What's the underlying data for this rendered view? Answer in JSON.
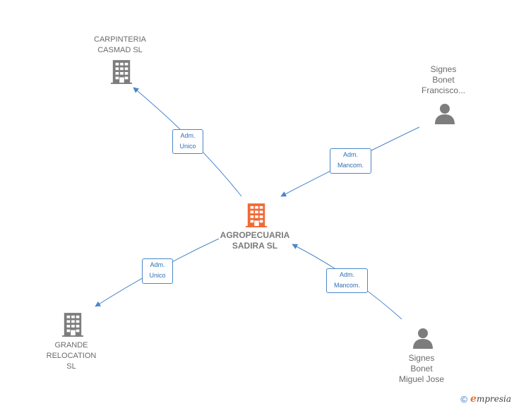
{
  "colors": {
    "main_node": "#f06a35",
    "node": "#7d7d7d",
    "edge": "#4a86c9"
  },
  "nodes": {
    "main": {
      "lines": [
        "AGROPECUARIA",
        "SADIRA  SL"
      ],
      "icon": "building-icon"
    },
    "carpinteria": {
      "lines": [
        "CARPINTERIA",
        "CASMAD  SL"
      ],
      "icon": "building-icon"
    },
    "grande": {
      "lines": [
        "GRANDE",
        "RELOCATION",
        "SL"
      ],
      "icon": "building-icon"
    },
    "francisco": {
      "lines": [
        "Signes",
        "Bonet",
        "Francisco..."
      ],
      "icon": "person-icon"
    },
    "miguel": {
      "lines": [
        "Signes",
        "Bonet",
        "Miguel Jose"
      ],
      "icon": "person-icon"
    }
  },
  "edges": {
    "e1": {
      "line1": "Adm.",
      "line2": "Unico"
    },
    "e2": {
      "line1": "Adm.",
      "line2": "Mancom."
    },
    "e3": {
      "line1": "Adm.",
      "line2": "Unico"
    },
    "e4": {
      "line1": "Adm.",
      "line2": "Mancom."
    }
  },
  "footer": {
    "copyright": "©",
    "brand_initial": "e",
    "brand_rest": "mpresia"
  }
}
